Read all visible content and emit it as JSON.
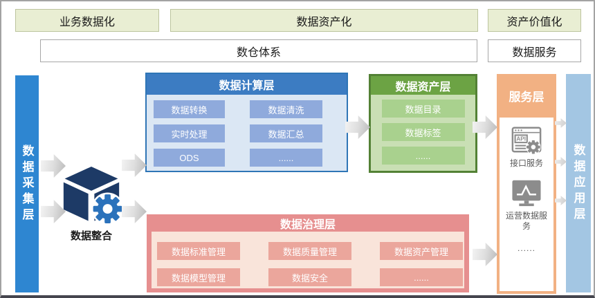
{
  "top_banners": {
    "business_label": "业务数据化",
    "asset_label": "数据资产化",
    "value_label": "资产价值化"
  },
  "system_row": {
    "warehouse_label": "数仓体系",
    "service_label": "数据服务"
  },
  "left_bar": {
    "label": "数据采集层"
  },
  "right_bar": {
    "label": "数据应用层"
  },
  "integration": {
    "label": "数据整合",
    "icon": "cube-gear-icon"
  },
  "compute_layer": {
    "title": "数据计算层",
    "items": [
      "数据转换",
      "数据清洗",
      "实时处理",
      "数据汇总",
      "ODS",
      "......"
    ]
  },
  "asset_layer": {
    "title": "数据资产层",
    "items": [
      "数据目录",
      "数据标签",
      "......"
    ]
  },
  "governance_layer": {
    "title": "数据治理层",
    "items": [
      "数据标准管理",
      "数据质量管理",
      "数据资产管理",
      "数据模型管理",
      "数据安全",
      "......"
    ]
  },
  "service_layer": {
    "title": "服务层",
    "items": [
      {
        "icon": "api-browser-icon",
        "label": "接口服务"
      },
      {
        "icon": "monitor-chart-icon",
        "label": "运营数据服务"
      },
      {
        "icon": "none",
        "label": "......"
      }
    ]
  },
  "colors": {
    "banner_green": "#e9eed3",
    "collect_bar_blue": "#2e86d1",
    "app_bar_blue": "#a3c6e3",
    "compute_blue": "#2e75b6",
    "compute_item_blue": "#8faadc",
    "asset_green": "#538135",
    "asset_item_green": "#a9d18e",
    "governance_red": "#e68f8f",
    "governance_item_salmon": "#eba69c",
    "service_orange": "#f2b183"
  }
}
